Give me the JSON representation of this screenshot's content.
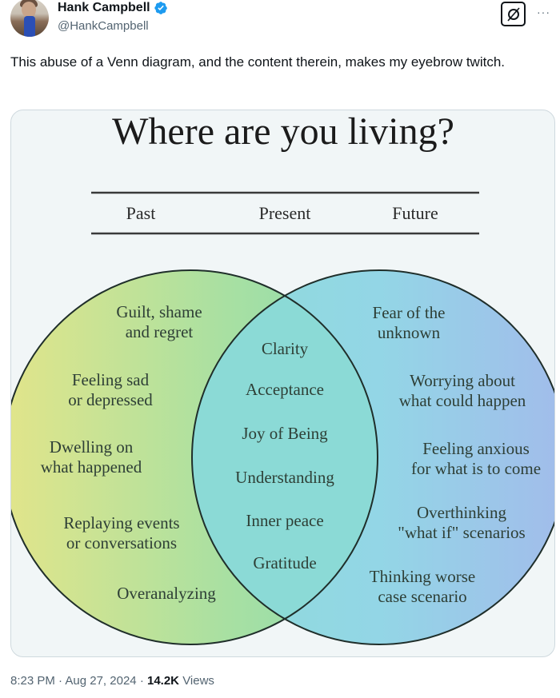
{
  "author": {
    "display_name": "Hank Campbell",
    "handle": "@HankCampbell",
    "verified": true,
    "verified_color": "#1d9bf0"
  },
  "header_actions": {
    "grok_icon": "grok-icon",
    "more_label": "···"
  },
  "tweet": {
    "text": "This abuse of a Venn diagram, and the content therein, makes my eyebrow twitch."
  },
  "image": {
    "title": "Where are you living?",
    "columns": [
      "Past",
      "Present",
      "Future"
    ],
    "past": [
      [
        "Guilt, shame",
        "and regret"
      ],
      [
        "Feeling sad",
        "or depressed"
      ],
      [
        "Dwelling on",
        "what happened"
      ],
      [
        "Replaying events",
        "or conversations"
      ],
      [
        "Overanalyzing"
      ]
    ],
    "present": [
      "Clarity",
      "Acceptance",
      "Joy of Being",
      "Understanding",
      "Inner peace",
      "Gratitude"
    ],
    "future": [
      [
        "Fear of the",
        "unknown"
      ],
      [
        "Worrying about",
        "what could happen"
      ],
      [
        "Feeling anxious",
        "for what is to come"
      ],
      [
        "Overthinking",
        "\"what if\" scenarios"
      ],
      [
        "Thinking worse",
        "case scenario"
      ]
    ],
    "colors": {
      "past_left": "#dfe489",
      "past_right": "#8fdcb0",
      "present": "#8ad8d4",
      "future_left": "#8fdbe0",
      "future_right": "#9cbbea",
      "text": "#2e3f36"
    }
  },
  "footer": {
    "time": "8:23 PM",
    "date": "Aug 27, 2024",
    "views_count": "14.2K",
    "views_label": "Views",
    "separator": "·"
  }
}
